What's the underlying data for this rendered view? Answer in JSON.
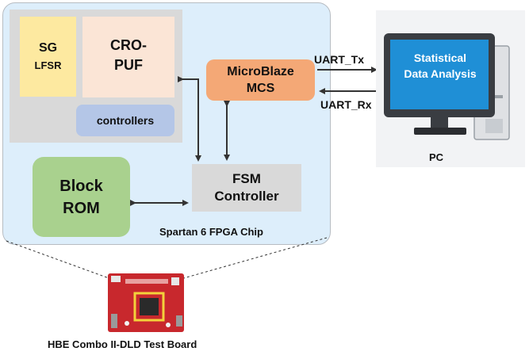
{
  "blocks": {
    "sg_line1": "SG",
    "sg_line2": "LFSR",
    "cro_line1": "CRO-",
    "cro_line2": "PUF",
    "controllers": "controllers",
    "mcs_line1": "MicroBlaze",
    "mcs_line2": "MCS",
    "fsm_line1": "FSM",
    "fsm_line2": "Controller",
    "rom_line1": "Block",
    "rom_line2": "ROM"
  },
  "chip_label": "Spartan 6 FPGA Chip",
  "uart": {
    "tx": "UART_Tx",
    "rx": "UART_Rx"
  },
  "pc": {
    "screen_line1": "Statistical",
    "screen_line2": "Data Analysis",
    "label": "PC"
  },
  "board_label": "HBE Combo II-DLD Test Board",
  "colors": {
    "chip_bg": "#ddeefb",
    "sg": "#fde9a0",
    "cro": "#fbe5d6",
    "controllers": "#b4c6e7",
    "mcs": "#f4a876",
    "fsm": "#d9d9d9",
    "rom": "#a9d18e",
    "screen": "#1f8fd6",
    "board": "#c8282d"
  }
}
